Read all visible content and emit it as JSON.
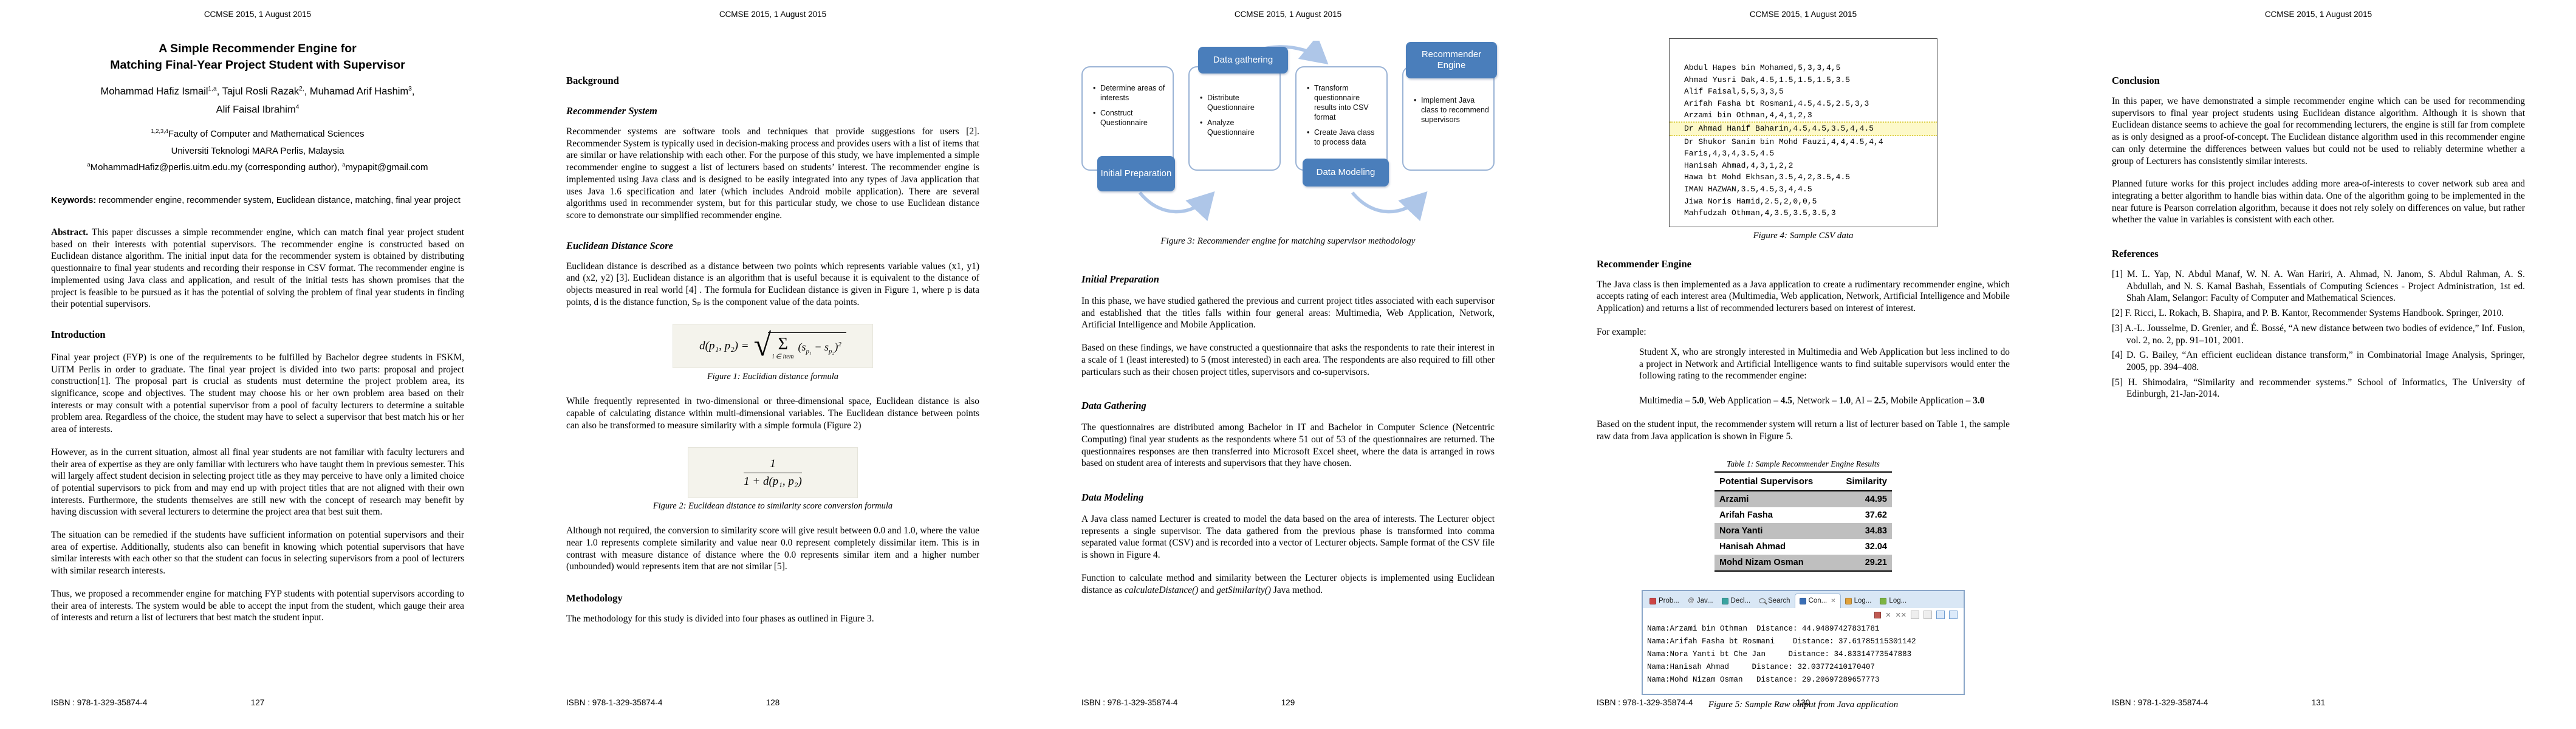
{
  "header": {
    "text": "CCMSE 2015, 1 August 2015"
  },
  "footer": {
    "isbn": "ISBN : 978-1-329-35874-4",
    "pages": [
      "127",
      "128",
      "129",
      "130",
      "131"
    ]
  },
  "page1": {
    "title1": "A Simple Recommender Engine for",
    "title2": "Matching Final-Year Project Student with Supervisor",
    "authors": {
      "n1": "Mohammad Hafiz Ismail",
      "s1": "1,a",
      "c1": ", ",
      "n2": "Tajul Rosli Razak",
      "s2": "2,",
      "c2": ", ",
      "n3": "Muhamad Arif Hashim",
      "s3": "3",
      "c3": ",",
      "n4": "Alif Faisal Ibrahim",
      "s4": "4"
    },
    "affil_sup": "1,2,3,4",
    "affil1": "Faculty of Computer and Mathematical Sciences",
    "affil2": "Universiti Teknologi MARA Perlis, Malaysia",
    "email": {
      "s1": "a",
      "e1": "MohammadHafiz@perlis.uitm.edu.my (corresponding author), ",
      "s2": "a",
      "e2": "mypapit@gmail.com"
    },
    "keywords_label": "Keywords: ",
    "keywords": "recommender engine, recommender system, Euclidean distance, matching, final year project",
    "abstract_label": "Abstract.",
    "abstract": " This paper discusses a simple recommender engine, which can match final year project student based on their interests with potential supervisors. The recommender engine is constructed based on Euclidean distance algorithm. The initial input data for the recommender system is obtained by distributing questionnaire to final year students and recording their response in CSV format. The recommender engine is implemented using Java class and application, and result of the initial tests has shown promises that the project is feasible to be pursued as it has the potential of solving the problem of final year students in finding their potential supervisors.",
    "intro_h": "Introduction",
    "intro_p1": "Final year project (FYP) is one of the requirements to be fulfilled by Bachelor degree students in FSKM, UiTM Perlis in order to graduate. The final year project is divided into two parts: proposal and project construction[1]. The proposal part is crucial as students must determine the project problem area, its significance, scope and objectives. The student may choose his or her own problem area based on their interests or may consult with a potential supervisor from a pool of faculty lecturers to determine a suitable problem area. Regardless of the choice, the student may have to select a supervisor that best match his or her area of interests.",
    "intro_p2": "However, as in the current situation, almost all final year students are not familiar with faculty lecturers and their area of expertise as they are only familiar with lecturers who have taught them in previous semester. This will largely affect student decision in selecting project title as they may perceive to have only a limited choice of potential supervisors to pick from and may end up with project titles that are not aligned with their own interests. Furthermore, the students themselves are still new with the concept of research may benefit by having discussion with several lecturers to determine the project area that best suit them.",
    "intro_p3": "The situation can be remedied if the students have sufficient information on potential supervisors and their area of expertise. Additionally, students also can benefit in knowing which potential supervisors that have similar interests with each other so that the student can focus in selecting supervisors from a pool of lecturers with similar research interests.",
    "intro_p4": "Thus, we proposed a recommender engine for matching FYP students with potential supervisors according to their area of interests. The system would be able to accept the input from the student, which gauge their area of interests and return a list of lecturers that best match the student input."
  },
  "page2": {
    "h_background": "Background",
    "h_recsys": "Recommender System",
    "p_recsys": "Recommender systems are software tools and techniques that provide suggestions for users [2]. Recommender System is typically used in decision-making process and provides users with a list of items that are similar or have relationship with each other. For the purpose of this study, we have implemented a simple recommender engine to suggest a list of lecturers based on students’ interest. The recommender engine is implemented using Java class and is designed to be easily integrated into any types of Java application that uses Java 1.6 specification and later (which includes Android mobile application). There are several algorithms used in recommender system, but for this particular study, we chose to use Euclidean distance score to demonstrate our simplified recommender engine.",
    "h_euclid": "Euclidean Distance Score",
    "p_euclid": "Euclidean distance is described as a distance between two points which represents variable values (x1, y1) and (x2, y2) [3]. Euclidean distance is an algorithm that is useful because it is equivalent to the distance of objects measured in real world [4] . The formula for Euclidean distance is given in Figure 1, where p is data points, d is the distance function, Sₚ  is the component value of the data points.",
    "fig1": {
      "lhs": "d(p₁, p₂) =",
      "sigma": "Σ",
      "sum_under": "i ∈ item",
      "body_open": "(s",
      "sp1": "p₁",
      "body_mid": " − s",
      "sp2": "p₂",
      "body_close": ")",
      "exp": "2"
    },
    "fig1_caption": "Figure 1: Euclidian distance formula",
    "p_multidim": "While frequently represented in two-dimensional or three-dimensional space, Euclidean distance is also capable of calculating distance within multi-dimensional variables. The Euclidean distance between points can also be transformed to measure similarity with a simple formula (Figure 2)",
    "fig2": {
      "num": "1",
      "den": "1 + d(p₁, p₂)"
    },
    "fig2_caption": "Figure 2: Euclidean distance to similarity score conversion formula",
    "p_similarity": "Although not required, the conversion to similarity score will give result between 0.0 and 1.0, where the value near 1.0 represents complete similarity and value near 0.0 represent completely dissimilar item. This is in contrast with measure distance of distance where the 0.0 represents similar item and a higher number (unbounded) would represents item that are not similar [5].",
    "h_method": "Methodology",
    "p_method": "The methodology for this study is divided into four phases as outlined in Figure 3."
  },
  "page3": {
    "fig3": {
      "phases": [
        {
          "label": "Initial Preparation",
          "bullets": [
            "Determine areas of interests",
            "Construct Questionnaire"
          ]
        },
        {
          "label": "Data gathering",
          "bullets": [
            "Distribute Questionnaire",
            "Analyze Questionnaire"
          ]
        },
        {
          "label": "Data Modeling",
          "bullets": [
            "Transform questionnaire results into CSV format",
            "Create Java class to process data"
          ]
        },
        {
          "label": "Recommender Engine",
          "bullets": [
            "Implement Java class to recommend supervisors"
          ]
        }
      ],
      "caption": "Figure 3: Recommender engine for matching supervisor methodology"
    },
    "h_initprep": "Initial Preparation",
    "p_initprep1": "In this phase, we have studied gathered the previous and current project titles associated with each supervisor and established that the titles falls within four general areas: Multimedia, Web Application, Network, Artificial Intelligence and Mobile Application.",
    "p_initprep2": "Based on these findings, we have constructed a questionnaire that asks the respondents to rate their interest in a scale of 1 (least interested) to 5 (most interested) in each area. The respondents are also required to fill other particulars such as their chosen project titles, supervisors and co-supervisors.",
    "h_gather": "Data Gathering",
    "p_gather": "The questionnaires are distributed among Bachelor in IT and Bachelor in Computer Science (Netcentric Computing) final year students as the respondents where 51 out of 53 of the questionnaires are returned. The questionnaires responses are then transferred into Microsoft Excel sheet, where the data is arranged in rows based on student area of interests and supervisors that they have chosen.",
    "h_model": "Data Modeling",
    "p_model1": "A Java class named Lecturer is created to model the data based on the area of interests. The Lecturer object represents a single supervisor. The data gathered from the previous phase is transformed into comma separated value format (CSV) and is recorded into a vector of Lecturer objects. Sample format of the CSV file is shown in Figure 4.",
    "p_model2a": "Function to calculate method and similarity between the Lecturer objects is implemented using Euclidean distance as ",
    "p_model2b": "calculateDistance()",
    "p_model2c": " and ",
    "p_model2d": "getSimilarity()",
    "p_model2e": " Java method."
  },
  "page4": {
    "fig4_lines": [
      "Abdul Hapes bin Mohamed,5,3,3,4,5",
      "Ahmad Yusri Dak,4.5,1.5,1.5,1.5,3.5",
      "Alif Faisal,5,5,3,3,5",
      "Arifah Fasha bt Rosmani,4.5,4.5,2.5,3,3",
      "Arzami bin Othman,4,4,1,2,3",
      "Dr Ahmad Hanif Baharin,4.5,4.5,3.5,4,4.5",
      "Dr Shukor Sanim bin Mohd Fauzi,4,4,4.5,4,4",
      "Faris,4,3,4,3.5,4.5",
      "Hanisah Ahmad,4,3,1,2,2",
      "Hawa bt Mohd Ekhsan,3.5,4,2,3.5,4.5",
      "IMAN HAZWAN,3.5,4.5,3,4,4.5",
      "Jiwa Noris Hamid,2.5,2,0,0,5",
      "Mahfudzah Othman,4,3.5,3.5,3.5,3"
    ],
    "fig4_caption": "Figure 4: Sample CSV data",
    "h_engine": "Recommender Engine",
    "p_engine1": "The Java class is then implemented as a Java application to create a rudimentary recommender engine, which accepts rating of each interest area (Multimedia, Web application, Network, Artificial Intelligence and Mobile Application) and returns a list of recommended lecturers based on interest of interest.",
    "for_example": "For example:",
    "p_example": "Student X, who are strongly interested in Multimedia and Web Application but less inclined to do a project in Network and Artificial Intelligence wants to find suitable supervisors would enter the following rating to the recommender engine:",
    "rating": {
      "l1": "Multimedia – ",
      "v1": "5.0",
      "l2": ", Web Application – ",
      "v2": "4.5",
      "l3": ", Network – ",
      "v3": "1.0",
      "l4": ", AI – ",
      "v4": "2.5",
      "l5": ", Mobile Application – ",
      "v5": "3.0"
    },
    "p_based": "Based on the student input, the recommender system will return a list of lecturer based on Table 1, the sample raw data from Java application is shown in Figure 5.",
    "table1": {
      "caption": "Table 1: Sample Recommender Engine Results",
      "col1": "Potential Supervisors",
      "col2": "Similarity",
      "rows": [
        [
          "Arzami",
          "44.95"
        ],
        [
          "Arifah Fasha",
          "37.62"
        ],
        [
          "Nora Yanti",
          "34.83"
        ],
        [
          "Hanisah Ahmad",
          "32.04"
        ],
        [
          "Mohd Nizam Osman",
          "29.21"
        ]
      ]
    },
    "fig5": {
      "tabs": [
        "Prob...",
        "Jav...",
        "Decl...",
        "Search",
        "Con...",
        "Log...",
        "Log..."
      ],
      "tab_close": "✕",
      "lines": [
        "Nama:Arzami bin Othman  Distance: 44.94897427831781",
        "Nama:Arifah Fasha bt Rosmani    Distance: 37.61785115301142",
        "Nama:Nora Yanti bt Che Jan     Distance: 34.83314773547883",
        "Nama:Hanisah Ahmad     Distance: 32.03772410170407",
        "Nama:Mohd Nizam Osman   Distance: 29.20697289657773"
      ],
      "caption": "Figure 5: Sample Raw output from Java application"
    }
  },
  "page5": {
    "h_conc": "Conclusion",
    "p_conc1": "In this paper, we have demonstrated a simple recommender engine which can be used for recommending supervisors to final year project students using Euclidean distance algorithm. Although it is shown that Euclidean distance seems to achieve the goal for recommending lecturers, the engine is still far from complete as is only designed as a proof-of-concept. The Euclidean distance algorithm used in this recommender engine can only determine the differences between values but could not be used to reliably determine whether a group of Lecturers has consistently similar interests.",
    "p_conc2": "Planned future works for this project includes adding more area-of-interests to cover network sub area and integrating a better algorithm to handle bias within data. One of the algorithm going to be implemented in the near future is Pearson correlation algorithm, because it does not rely solely on differences on value, but rather whether the value in variables is consistent with each other.",
    "h_refs": "References",
    "refs": [
      "[1] M. L. Yap, N. Abdul Manaf, W. N. A. Wan Hariri, A. Ahmad, N. Janom, S. Abdul Rahman, A. S. Abdullah, and N. S. Kamal Bashah, Essentials of Computing Sciences - Project Administration, 1st ed. Shah Alam, Selangor: Faculty of Computer and Mathematical Sciences.",
      "[2] F. Ricci, L. Rokach, B. Shapira, and P. B. Kantor, Recommender Systems Handbook. Springer, 2010.",
      "[3] A.-L. Jousselme, D. Grenier, and É. Bossé, “A new distance between two bodies of evidence,” Inf. Fusion, vol. 2, no. 2, pp. 91–101, 2001.",
      "[4] D. G. Bailey, “An efficient euclidean distance transform,” in Combinatorial Image Analysis, Springer, 2005, pp. 394–408.",
      "[5] H. Shimodaira, “Similarity and recommender systems.” School of Informatics, The University of Edinburgh, 21-Jan-2014."
    ]
  }
}
